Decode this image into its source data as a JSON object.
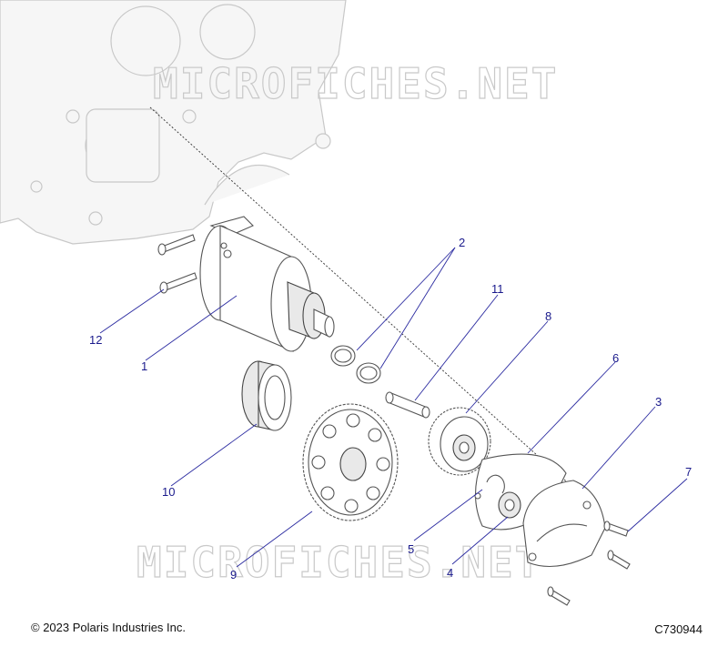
{
  "watermark": "MICROFICHES.NET",
  "copyright": "© 2023 Polaris Industries Inc.",
  "figure_id": "C730944",
  "callouts": {
    "c1": "1",
    "c2": "2",
    "c3": "3",
    "c4": "4",
    "c5": "5",
    "c6": "6",
    "c7": "7",
    "c8": "8",
    "c9": "9",
    "c10": "10",
    "c11": "11",
    "c12": "12"
  }
}
